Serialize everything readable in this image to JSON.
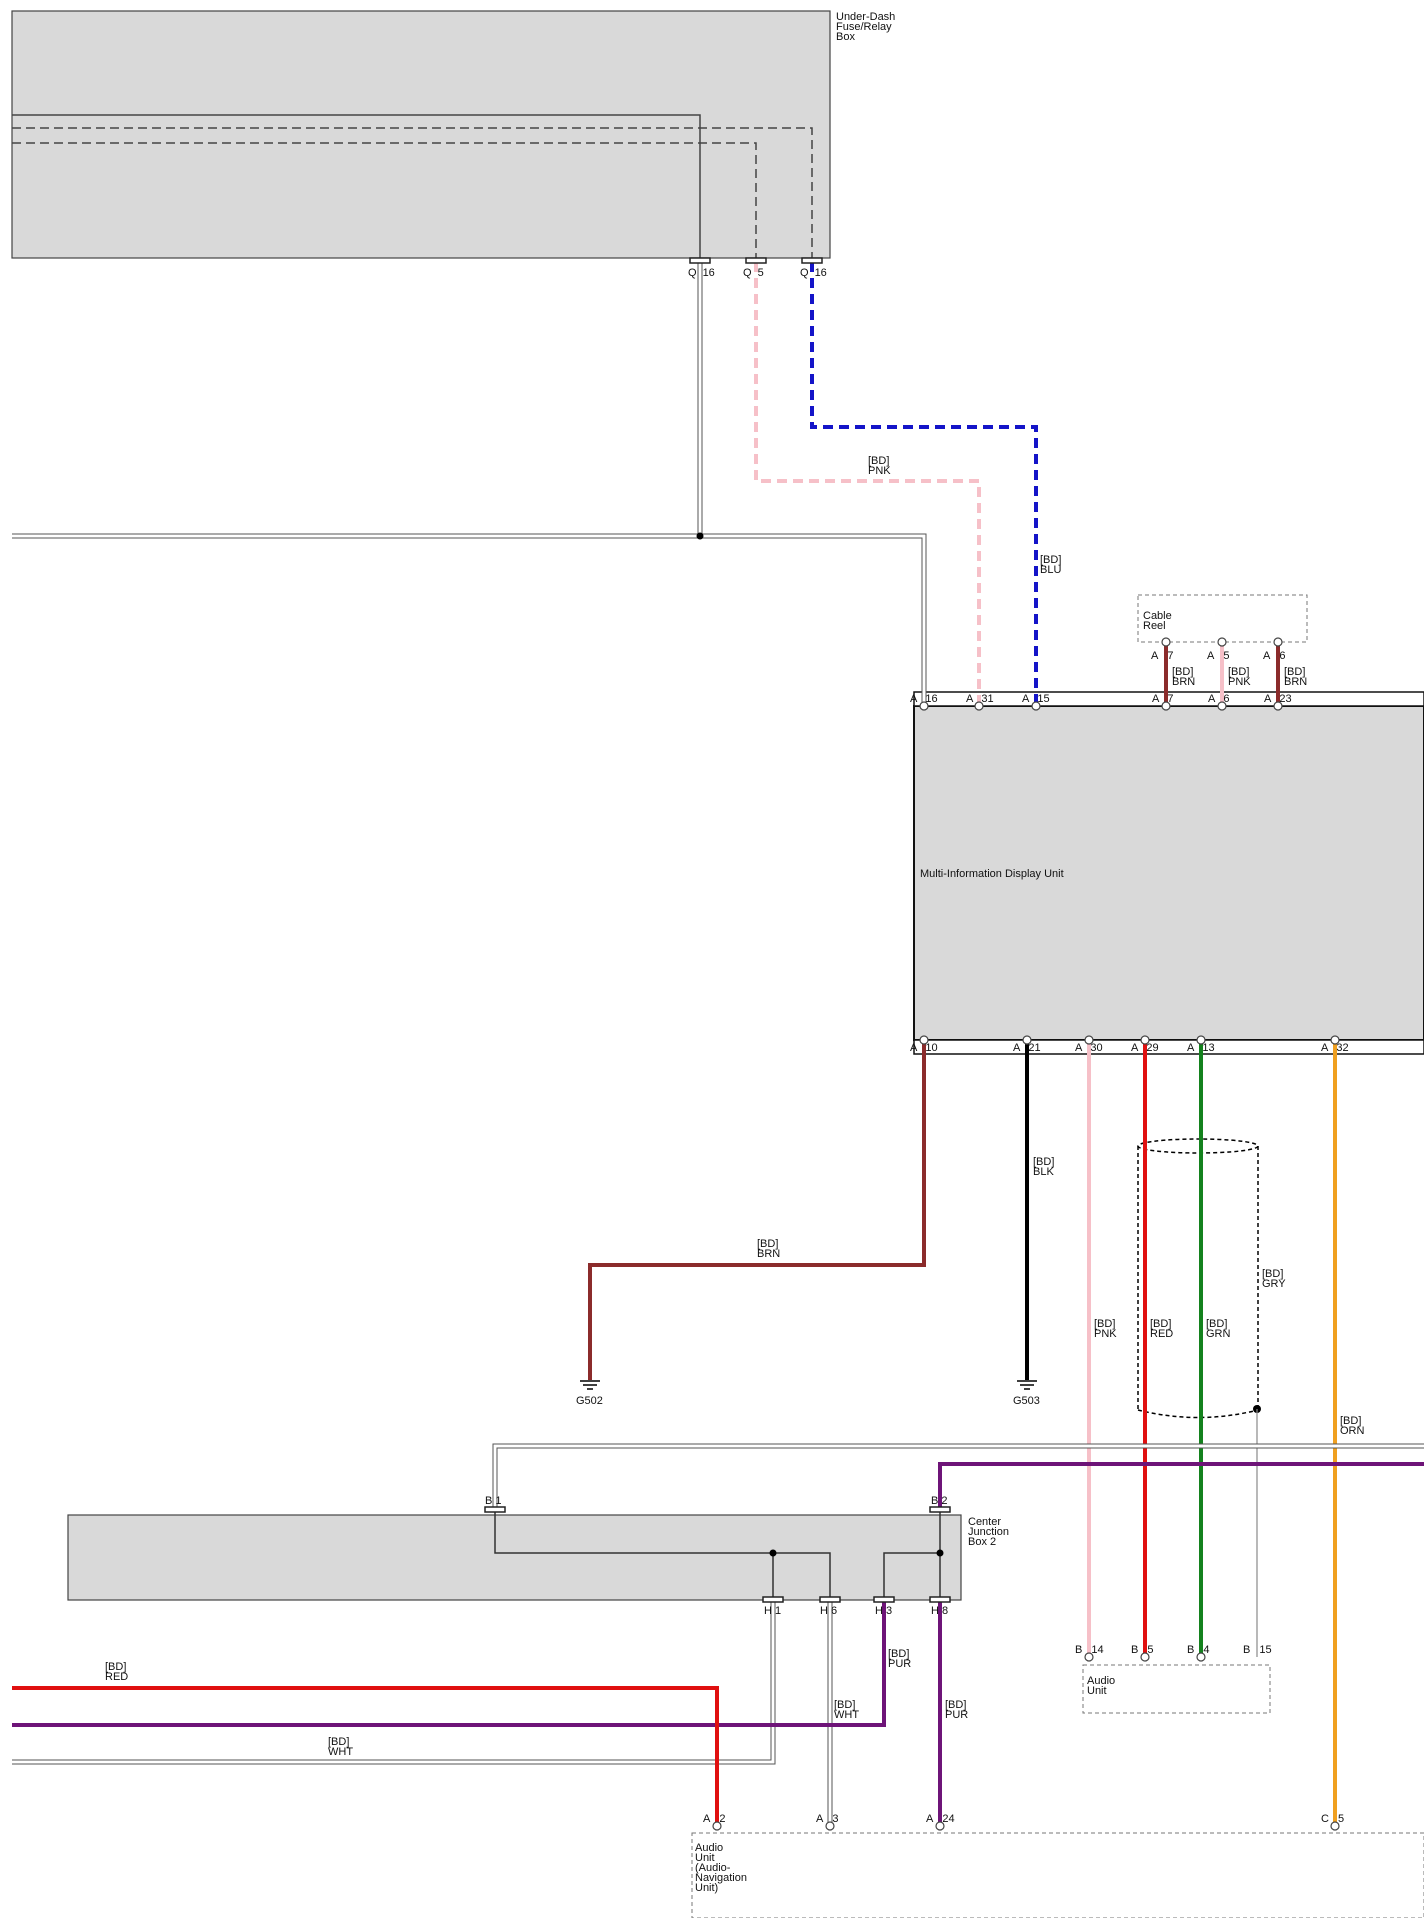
{
  "components": {
    "fuse_box": {
      "name": [
        "Under-Dash",
        "Fuse/Relay",
        "Box"
      ]
    },
    "mid_unit": {
      "name": "Multi-Information Display Unit"
    },
    "cable_reel": {
      "name": [
        "Cable",
        "Reel"
      ]
    },
    "center_junction": {
      "name": [
        "Center",
        "Junction",
        "Box 2"
      ]
    },
    "audio_unit_b": {
      "name": [
        "Audio",
        "Unit"
      ]
    },
    "audio_nav_unit": {
      "name": [
        "Audio",
        "Unit",
        "(Audio-",
        "Navigation",
        "Unit)"
      ]
    }
  },
  "grounds": {
    "g502": "G502",
    "g503": "G503"
  },
  "pins": {
    "q16a": {
      "conn": "Q",
      "pin": "16"
    },
    "q5": {
      "conn": "Q",
      "pin": "5"
    },
    "q16b": {
      "conn": "Q",
      "pin": "16"
    },
    "cr7": {
      "conn": "A",
      "pin": "7"
    },
    "cr5": {
      "conn": "A",
      "pin": "5"
    },
    "cr6": {
      "conn": "A",
      "pin": "6"
    },
    "a16": {
      "conn": "A",
      "pin": "16"
    },
    "a31": {
      "conn": "A",
      "pin": "31"
    },
    "a15": {
      "conn": "A",
      "pin": "15"
    },
    "a7": {
      "conn": "A",
      "pin": "7"
    },
    "a6": {
      "conn": "A",
      "pin": "6"
    },
    "a23": {
      "conn": "A",
      "pin": "23"
    },
    "a10": {
      "conn": "A",
      "pin": "10"
    },
    "a21": {
      "conn": "A",
      "pin": "21"
    },
    "a30": {
      "conn": "A",
      "pin": "30"
    },
    "a29": {
      "conn": "A",
      "pin": "29"
    },
    "a13": {
      "conn": "A",
      "pin": "13"
    },
    "a32": {
      "conn": "A",
      "pin": "32"
    },
    "b1": {
      "conn": "B",
      "pin": "1"
    },
    "b2": {
      "conn": "B",
      "pin": "2"
    },
    "h1": {
      "conn": "H",
      "pin": "1"
    },
    "h6": {
      "conn": "H",
      "pin": "6"
    },
    "h3": {
      "conn": "H",
      "pin": "3"
    },
    "h8": {
      "conn": "H",
      "pin": "8"
    },
    "b14": {
      "conn": "B",
      "pin": "14"
    },
    "b5": {
      "conn": "B",
      "pin": "5"
    },
    "b4": {
      "conn": "B",
      "pin": "4"
    },
    "b15": {
      "conn": "B",
      "pin": "15"
    },
    "na2": {
      "conn": "A",
      "pin": "2"
    },
    "na3": {
      "conn": "A",
      "pin": "3"
    },
    "na24": {
      "conn": "A",
      "pin": "24"
    },
    "nc5": {
      "conn": "C",
      "pin": "5"
    }
  },
  "wires": {
    "pnk_top": {
      "variant": "[BD]",
      "color": "PNK"
    },
    "blu_top": {
      "variant": "[BD]",
      "color": "BLU"
    },
    "brn_cr7": {
      "variant": "[BD]",
      "color": "BRN"
    },
    "pnk_cr5": {
      "variant": "[BD]",
      "color": "PNK"
    },
    "brn_cr6": {
      "variant": "[BD]",
      "color": "BRN"
    },
    "brn_g502": {
      "variant": "[BD]",
      "color": "BRN"
    },
    "blk_g503": {
      "variant": "[BD]",
      "color": "BLK"
    },
    "gry_shield": {
      "variant": "[BD]",
      "color": "GRY"
    },
    "pnk_a30": {
      "variant": "[BD]",
      "color": "PNK"
    },
    "red_a29": {
      "variant": "[BD]",
      "color": "RED"
    },
    "grn_a13": {
      "variant": "[BD]",
      "color": "GRN"
    },
    "orn_a32": {
      "variant": "[BD]",
      "color": "ORN"
    },
    "pur_h3": {
      "variant": "[BD]",
      "color": "PUR"
    },
    "red_left": {
      "variant": "[BD]",
      "color": "RED"
    },
    "wht_h6": {
      "variant": "[BD]",
      "color": "WHT"
    },
    "pur_h8": {
      "variant": "[BD]",
      "color": "PUR"
    },
    "wht_left": {
      "variant": "[BD]",
      "color": "WHT"
    }
  },
  "colors": {
    "brn": "#8b2b2b",
    "pnk": "#f6c0c8",
    "blu": "#1414c8",
    "red": "#e01010",
    "grn": "#14821e",
    "orn": "#f0a020",
    "pur": "#6e1478",
    "blk": "#000000",
    "wht_outline": "#555555",
    "gry": "#8a8a8a",
    "box_fill": "#d9d9d9"
  }
}
